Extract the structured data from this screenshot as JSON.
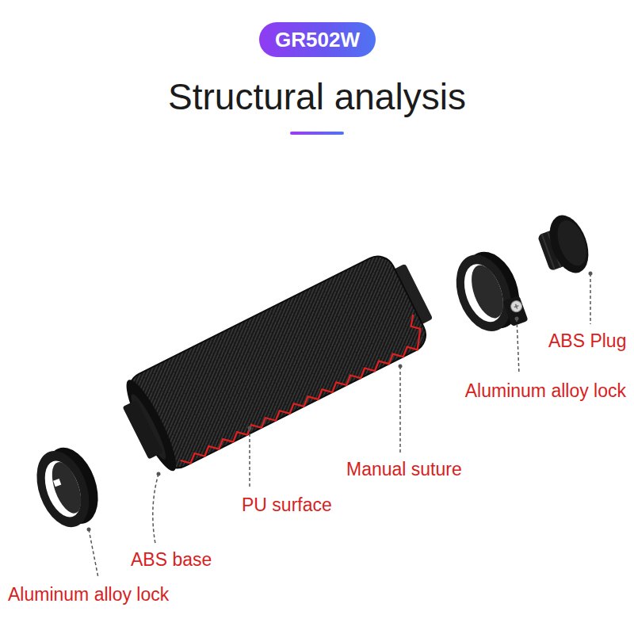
{
  "diagram": {
    "title": "Structural analysis",
    "nodes": [
      {
        "text": [
          "GR502W"
        ]
      }
    ],
    "labels": [
      "ABS Plug",
      "Aluminum alloy lock",
      "Manual suture",
      "PU surface",
      "ABS base",
      "Aluminum alloy lock"
    ]
  }
}
